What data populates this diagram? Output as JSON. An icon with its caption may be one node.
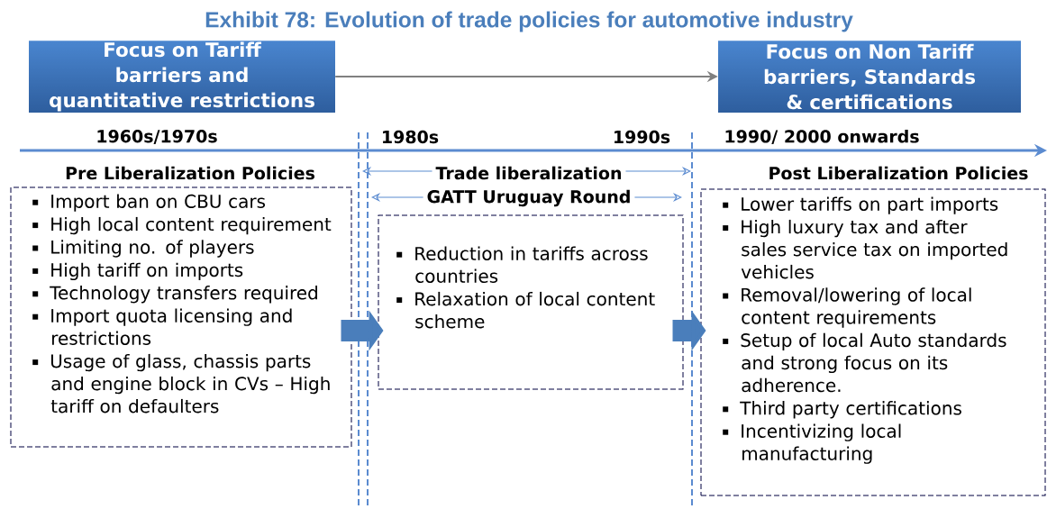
{
  "diagram": {
    "title": "Exhibit 78: Evolution of trade policies for automotive industry",
    "nodes": [
      {
        "text": [
          "Focus on Tariff barriers and quantitative restrictions"
        ]
      },
      {
        "text": [
          "Focus on Non Tariff barriers, Standards & certifications"
        ]
      },
      {
        "text": [
          "Pre Liberalization Policies",
          "Import ban on CBU cars",
          "High local content requirement",
          "Limiting  no. of players",
          "High tariff on imports",
          "Technology transfers required",
          "Import quota licensing and restrictions",
          "Usage of glass, chassis parts and engine block in CVs – High tariff on defaulters"
        ]
      },
      {
        "text": [
          "Reduction in tariffs across countries",
          "Relaxation of local content scheme"
        ]
      },
      {
        "text": [
          "Post Liberalization Policies",
          "Lower tariffs on part imports",
          "High luxury tax and after sales service tax  on imported vehicles",
          "Removal/lowering of local content requirements",
          "Setup of local Auto standards and strong focus on its adherence.",
          "Third party certifications",
          "Incentivizing local manufacturing"
        ]
      }
    ],
    "edges": [
      {
        "from": 0,
        "to": 1,
        "arrow": "to",
        "color": "#808080"
      },
      {
        "from": 2,
        "to": 3,
        "arrow": "to"
      },
      {
        "from": 3,
        "to": 4,
        "arrow": "to"
      }
    ],
    "labels": [
      "1960s/1970s",
      "1980s",
      "1990s",
      "1990/ 2000 onwards",
      "Trade liberalization",
      "GATT Uruguay Round"
    ]
  }
}
